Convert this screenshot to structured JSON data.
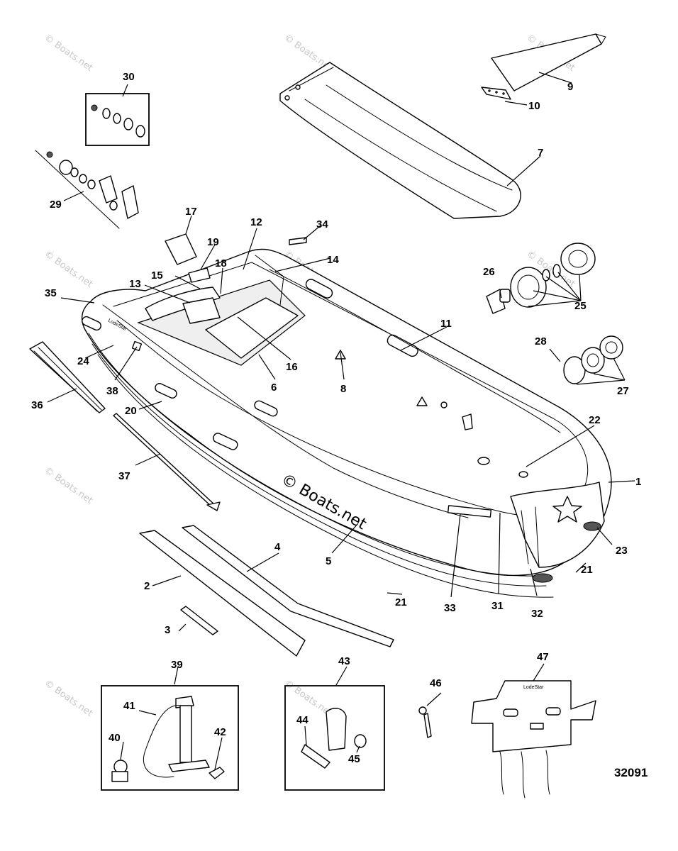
{
  "figure_number": "32091",
  "watermark_text": "© Boats.net",
  "center_watermark": "© Boats.net",
  "hull_brand_text": "LodeStar",
  "patch_brand_text": "LodeStar",
  "callouts": [
    "1",
    "2",
    "3",
    "4",
    "5",
    "6",
    "7",
    "8",
    "9",
    "10",
    "11",
    "12",
    "13",
    "14",
    "15",
    "16",
    "17",
    "18",
    "19",
    "20",
    "21",
    "21",
    "22",
    "23",
    "24",
    "25",
    "26",
    "27",
    "28",
    "29",
    "30",
    "31",
    "32",
    "33",
    "34",
    "35",
    "36",
    "37",
    "38",
    "39",
    "40",
    "41",
    "42",
    "43",
    "44",
    "45",
    "46",
    "47"
  ]
}
